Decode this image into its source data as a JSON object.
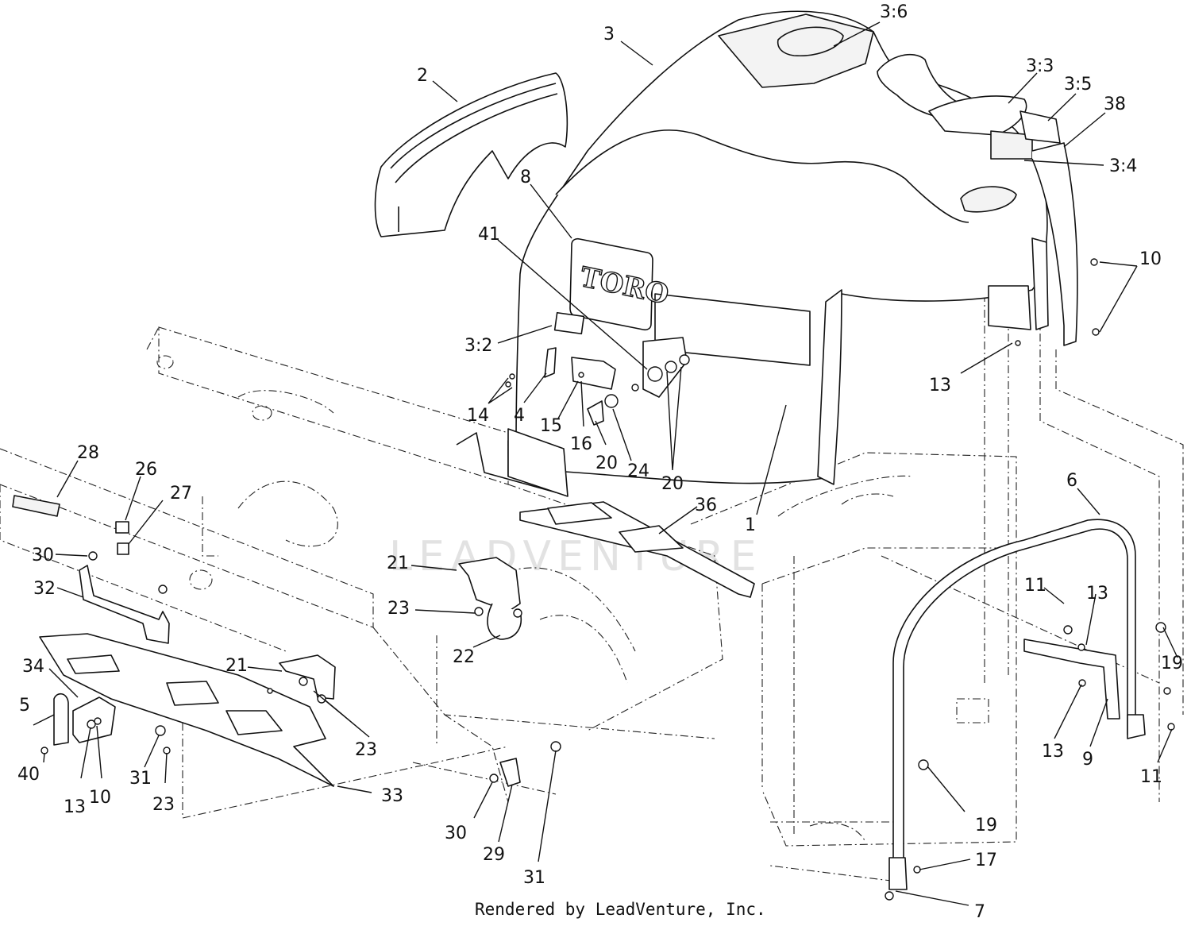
{
  "footer": "Rendered by LeadVenture, Inc.",
  "watermark": "LEADVENTURE",
  "logo": "TORO",
  "callouts": [
    "3:6",
    "3",
    "2",
    "3:3",
    "3:5",
    "38",
    "3:4",
    "8",
    "41",
    "10",
    "3:2",
    "13",
    "14",
    "4",
    "15",
    "16",
    "20",
    "24",
    "20",
    "1",
    "28",
    "26",
    "27",
    "36",
    "6",
    "30",
    "32",
    "21",
    "23",
    "22",
    "11",
    "13",
    "19",
    "34",
    "21",
    "23",
    "5",
    "40",
    "13",
    "10",
    "31",
    "23",
    "33",
    "30",
    "29",
    "31",
    "13",
    "9",
    "11",
    "19",
    "17",
    "7"
  ]
}
